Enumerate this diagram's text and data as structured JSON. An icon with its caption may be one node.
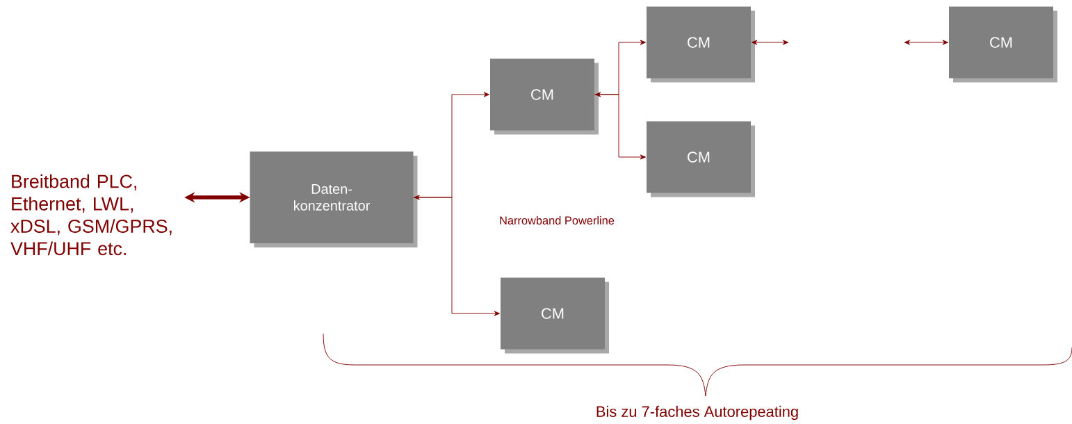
{
  "diagram": {
    "nodes": [
      {
        "text": [
          "Breitband PLC, Ethernet, LWL, xDSL, GSM/GPRS, VHF/UHF etc."
        ]
      },
      {
        "text": [
          "Daten- konzentrator"
        ]
      },
      {
        "text": [
          "CM"
        ]
      },
      {
        "text": [
          "CM"
        ]
      },
      {
        "text": [
          "CM"
        ]
      },
      {
        "text": [
          "CM"
        ]
      },
      {
        "text": [
          "CM"
        ]
      }
    ],
    "edges": [
      {
        "from": 0,
        "to": 1,
        "arrow": "both",
        "style": "thick"
      },
      {
        "from": 1,
        "to": 2,
        "arrow": "both"
      },
      {
        "from": 1,
        "to": 6,
        "arrow": "to"
      },
      {
        "from": 2,
        "to": 3,
        "arrow": "both"
      },
      {
        "from": 2,
        "to": 4,
        "arrow": "to"
      },
      {
        "from": 3,
        "to": null,
        "arrow": "both"
      },
      {
        "from": null,
        "to": 5,
        "arrow": "both"
      }
    ],
    "labels": [
      "Narrowband Powerline",
      "Bis zu 7-faches Autorepeating"
    ]
  }
}
